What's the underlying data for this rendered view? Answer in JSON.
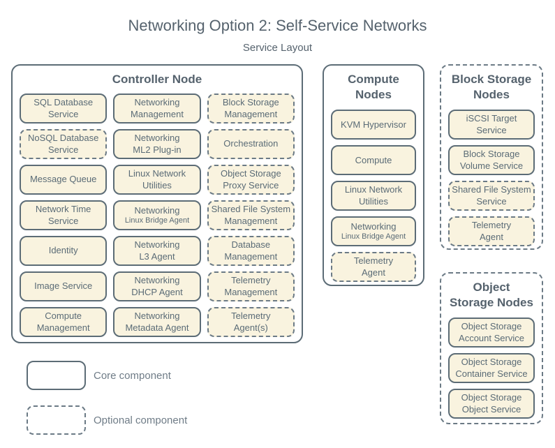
{
  "title": "Networking Option 2: Self-Service Networks",
  "subtitle": "Service Layout",
  "colors": {
    "background": "#ffffff",
    "box_fill": "#f9f3df",
    "core_border": "#5c6c76",
    "optional_border": "#6b7a85",
    "text": "#5a6b76",
    "heading": "#55626d",
    "legend_text": "#6f7c87"
  },
  "groups": [
    {
      "id": "controller-node",
      "title": "Controller Node",
      "border": "core",
      "services": [
        {
          "label": "SQL Database\nService",
          "style": "core"
        },
        {
          "label": "Networking\nManagement",
          "style": "core"
        },
        {
          "label": "Block Storage\nManagement",
          "style": "optional"
        },
        {
          "label": "NoSQL Database\nService",
          "style": "optional"
        },
        {
          "label": "Networking\nML2 Plug-in",
          "style": "core"
        },
        {
          "label": "Orchestration",
          "style": "optional"
        },
        {
          "label": "Message Queue",
          "style": "core"
        },
        {
          "label": "Linux Network\nUtilities",
          "style": "core"
        },
        {
          "label": "Object Storage\nProxy Service",
          "style": "optional"
        },
        {
          "label": "Network Time\nService",
          "style": "core"
        },
        {
          "label": "Networking",
          "sublabel": "Linux Bridge Agent",
          "style": "core"
        },
        {
          "label": "Shared File System\nManagement",
          "style": "optional"
        },
        {
          "label": "Identity",
          "style": "core"
        },
        {
          "label": "Networking\nL3 Agent",
          "style": "core"
        },
        {
          "label": "Database\nManagement",
          "style": "optional"
        },
        {
          "label": "Image Service",
          "style": "core"
        },
        {
          "label": "Networking\nDHCP Agent",
          "style": "core"
        },
        {
          "label": "Telemetry\nManagement",
          "style": "optional"
        },
        {
          "label": "Compute\nManagement",
          "style": "core"
        },
        {
          "label": "Networking\nMetadata Agent",
          "style": "core"
        },
        {
          "label": "Telemetry\nAgent(s)",
          "style": "optional"
        }
      ]
    },
    {
      "id": "compute-nodes",
      "title": "Compute\nNodes",
      "border": "core",
      "services": [
        {
          "label": "KVM Hypervisor",
          "style": "core"
        },
        {
          "label": "Compute",
          "style": "core"
        },
        {
          "label": "Linux Network\nUtilities",
          "style": "core"
        },
        {
          "label": "Networking",
          "sublabel": "Linux Bridge Agent",
          "style": "core"
        },
        {
          "label": "Telemetry\nAgent",
          "style": "optional"
        }
      ]
    },
    {
      "id": "block-storage-nodes",
      "title": "Block Storage\nNodes",
      "border": "optional",
      "services": [
        {
          "label": "iSCSI Target\nService",
          "style": "core"
        },
        {
          "label": "Block Storage\nVolume Service",
          "style": "core"
        },
        {
          "label": "Shared File System\nService",
          "style": "optional"
        },
        {
          "label": "Telemetry\nAgent",
          "style": "optional"
        }
      ]
    },
    {
      "id": "object-storage-nodes",
      "title": "Object\nStorage Nodes",
      "border": "optional",
      "services": [
        {
          "label": "Object Storage\nAccount Service",
          "style": "core"
        },
        {
          "label": "Object Storage\nContainer Service",
          "style": "core"
        },
        {
          "label": "Object Storage\nObject Service",
          "style": "core"
        }
      ]
    }
  ],
  "legend": {
    "items": [
      {
        "label": "Core component",
        "style": "core"
      },
      {
        "label": "Optional component",
        "style": "optional"
      }
    ]
  }
}
